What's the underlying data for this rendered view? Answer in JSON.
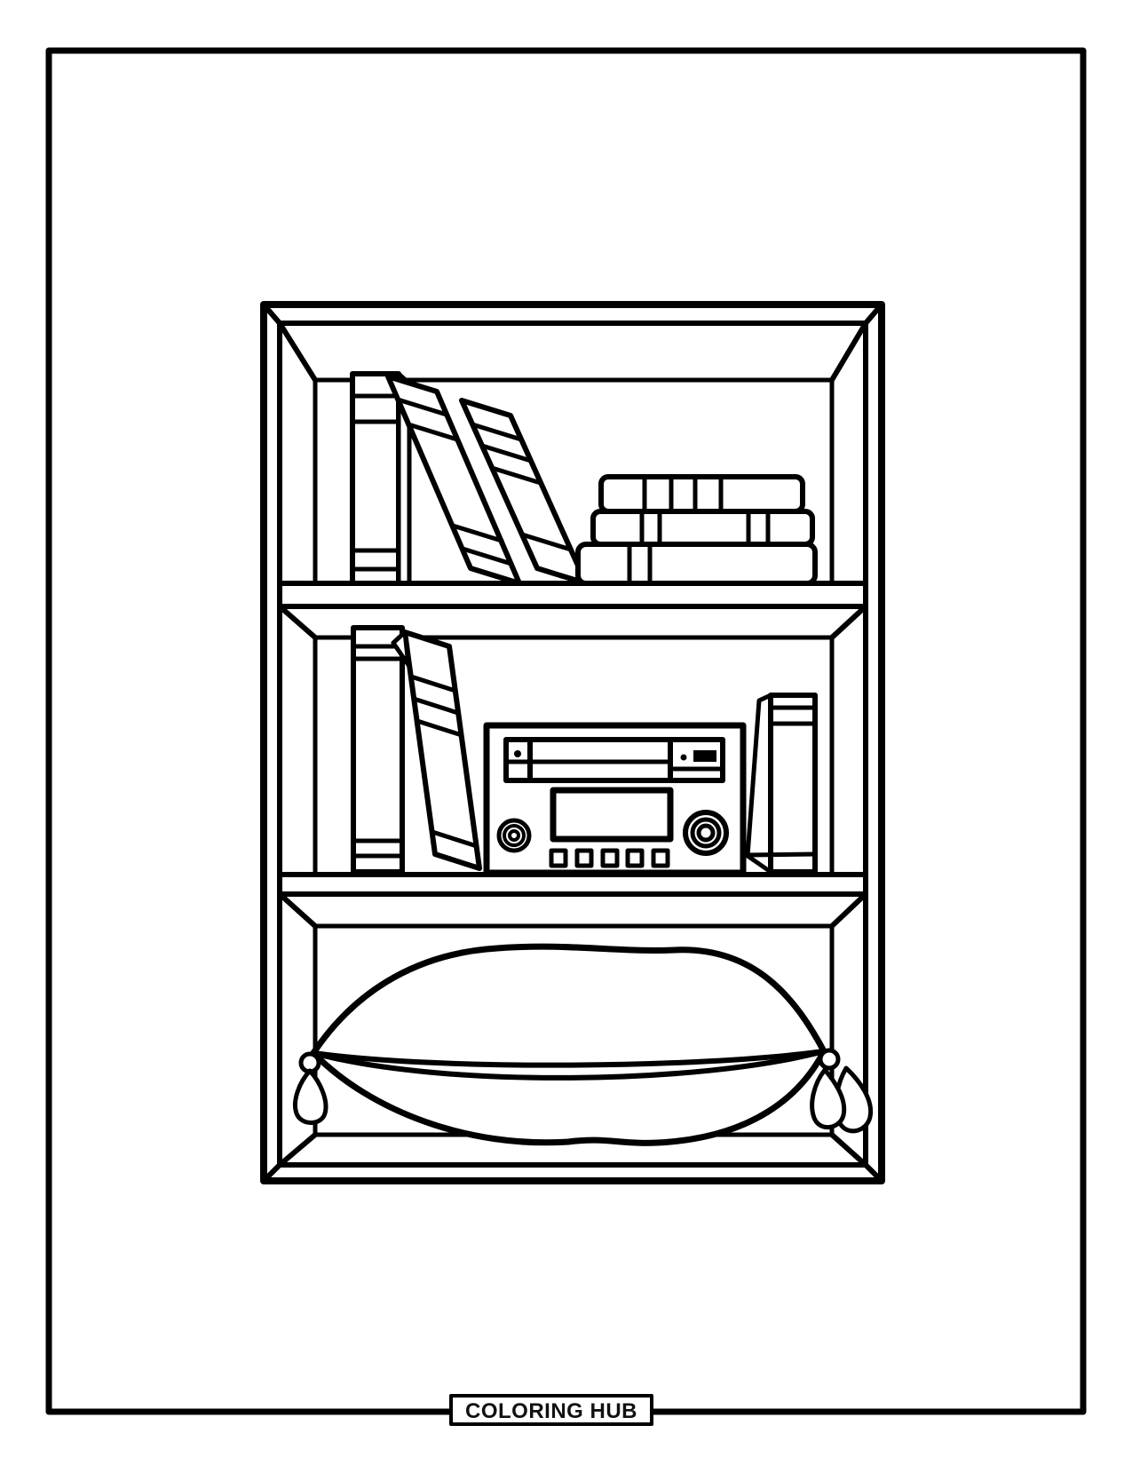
{
  "page": {
    "title": "Bookshelf coloring page",
    "background": "#ffffff",
    "line_color": "#000000",
    "footer": {
      "brand": "COLORING HUB"
    },
    "scene": {
      "description": "Black-and-white line-art coloring page of a three-shelf bookcase drawn in perspective",
      "shelves": [
        {
          "name": "top-shelf",
          "items": [
            "vertical book",
            "two leaning books",
            "stack of three horizontal books"
          ]
        },
        {
          "name": "middle-shelf",
          "items": [
            "vertical book",
            "leaning book",
            "stereo unit with disc slot, display, two knobs and five buttons",
            "vertical book"
          ]
        },
        {
          "name": "bottom-shelf",
          "items": [
            "large pillow with corner knots and tassels"
          ]
        }
      ]
    }
  }
}
